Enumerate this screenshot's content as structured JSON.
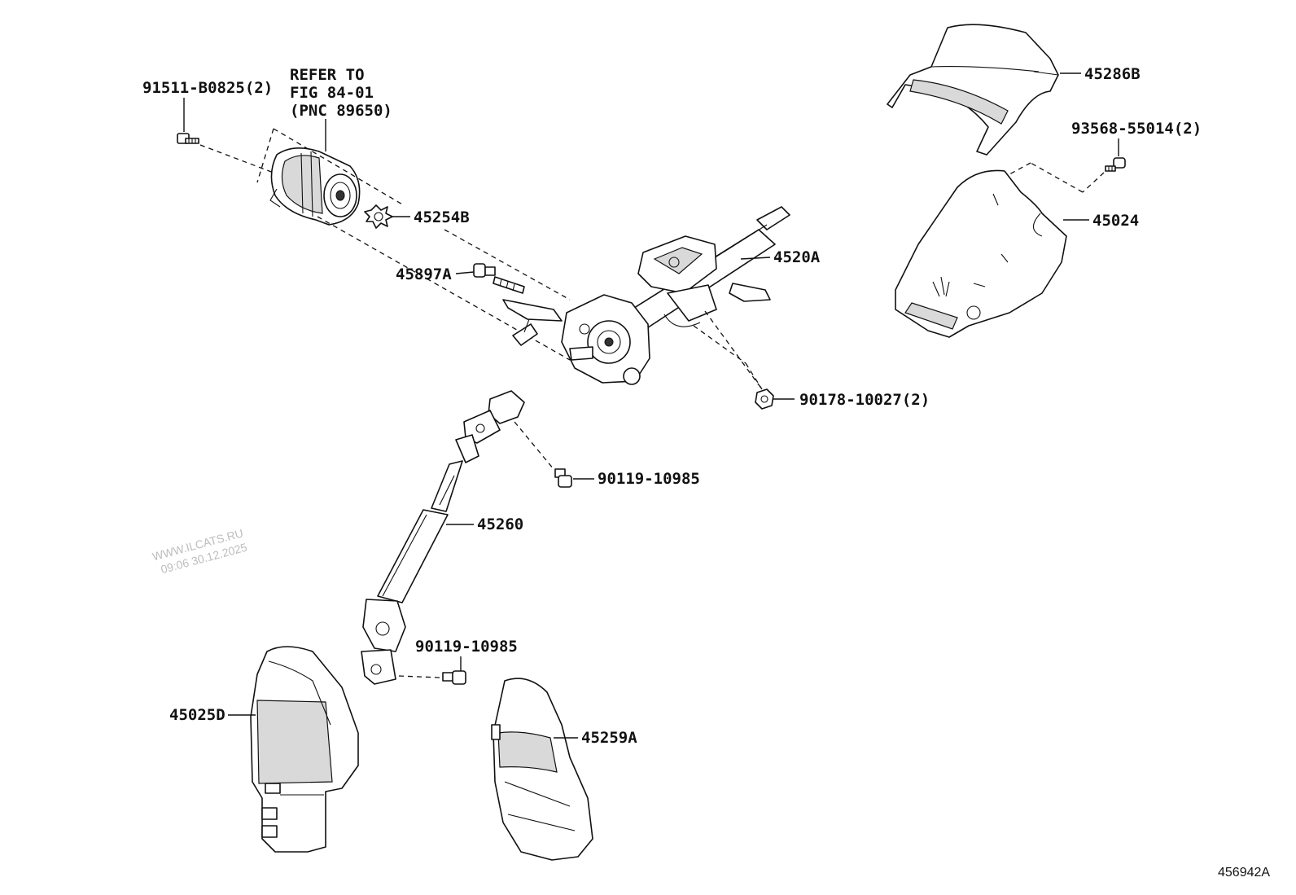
{
  "diagram": {
    "refer_note": [
      "REFER TO",
      "FIG 84-01",
      "(PNC 89650)"
    ],
    "labels": {
      "p91511": "91511-B0825(2)",
      "p45254B": "45254B",
      "p45897A": "45897A",
      "p4520A": "4520A",
      "p45286B": "45286B",
      "p93568": "93568-55014(2)",
      "p45024": "45024",
      "p90178": "90178-10027(2)",
      "p90119a": "90119-10985",
      "p45260": "45260",
      "p90119b": "90119-10985",
      "p45025D": "45025D",
      "p45259A": "45259A"
    },
    "watermark": [
      "WWW.ILCATS.RU",
      "09:06 30.12.2025"
    ],
    "figure_id": "456942A"
  }
}
